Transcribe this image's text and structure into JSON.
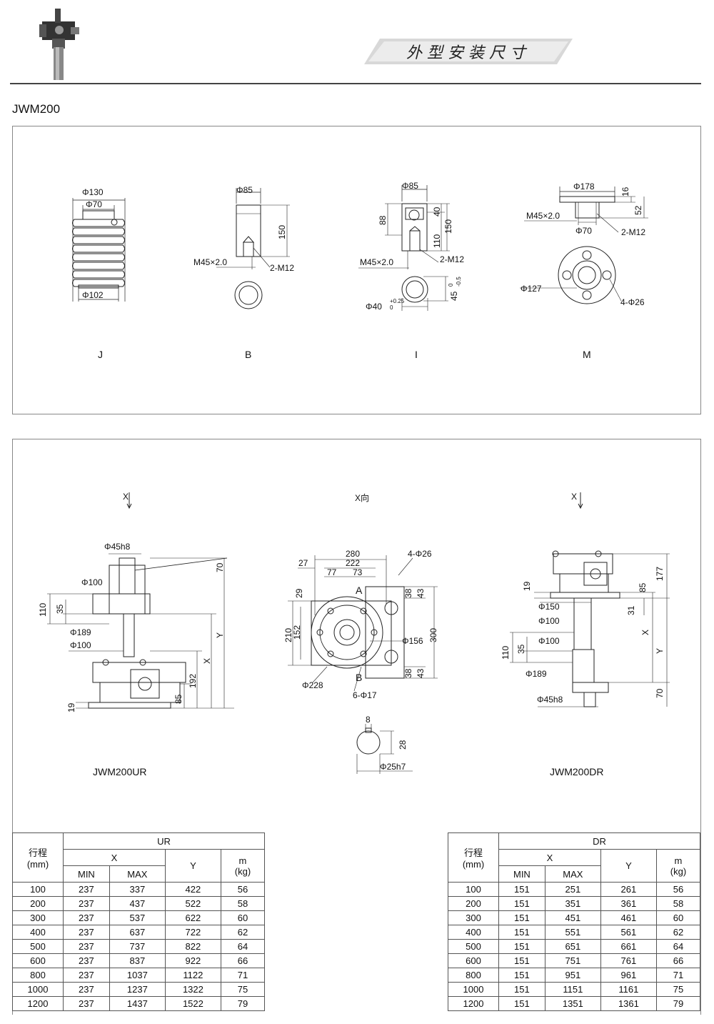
{
  "header": {
    "banner_title": "外型安装尺寸",
    "model": "JWM200"
  },
  "end_fittings": {
    "J": {
      "label": "J",
      "dia_130": "Φ130",
      "dia_70": "Φ70",
      "dia_102": "Φ102"
    },
    "B": {
      "label": "B",
      "dia_85": "Φ85",
      "h_150": "150",
      "thread": "M45×2.0",
      "bolt": "2-M12"
    },
    "I": {
      "label": "I",
      "dia_85": "Φ85",
      "h_88": "88",
      "h_40": "40",
      "h_110": "110",
      "h_150": "150",
      "thread": "M45×2.0",
      "bolt": "2-M12",
      "dia_40": "Φ40",
      "dia_40_tol": "+0.25",
      "dia_40_tol2": "0",
      "slot_45": "45",
      "slot_tol": "0",
      "slot_tol2": "-0.5"
    },
    "M": {
      "label": "M",
      "dia_178": "Φ178",
      "h_16": "16",
      "h_52": "52",
      "thread": "M45×2.0",
      "dia_70": "Φ70",
      "bolt": "2-M12",
      "dia_127": "Φ127",
      "holes": "4-Φ26"
    }
  },
  "jack_views": {
    "ur": {
      "label": "JWM200UR",
      "arrow": "X",
      "d45": "Φ45h8",
      "d100a": "Φ100",
      "d189": "Φ189",
      "d100b": "Φ100",
      "h70": "70",
      "h110": "110",
      "h35": "35",
      "hY": "Y",
      "hX": "X",
      "h192": "192",
      "h85": "85",
      "h19": "19"
    },
    "x_view": {
      "label": "X向",
      "w280": "280",
      "w222": "222",
      "w27": "27",
      "w77": "77",
      "w73": "73",
      "holes_4": "4-Φ26",
      "h29": "29",
      "h210": "210",
      "h152": "152",
      "h300": "300",
      "h38a": "38",
      "h43a": "43",
      "h38b": "38",
      "h43b": "43",
      "d156": "Φ156",
      "d228": "Φ228",
      "holes_6": "6-Φ17",
      "A": "A",
      "B": "B",
      "key8": "8",
      "key28": "28",
      "shaft": "Φ25h7"
    },
    "dr": {
      "label": "JWM200DR",
      "arrow": "X",
      "d150": "Φ150",
      "d100a": "Φ100",
      "d100b": "Φ100",
      "d189": "Φ189",
      "d45": "Φ45h8",
      "h19": "19",
      "h85": "85",
      "h177": "177",
      "h31": "31",
      "hX": "X",
      "hY": "Y",
      "h110": "110",
      "h35": "35",
      "h70": "70"
    }
  },
  "table_ur": {
    "stroke_label": "行程",
    "stroke_unit": "(mm)",
    "group": "UR",
    "x_label": "X",
    "min": "MIN",
    "max": "MAX",
    "y_label": "Y",
    "m_label": "m",
    "m_unit": "(kg)",
    "rows": [
      [
        "100",
        "237",
        "337",
        "422",
        "56"
      ],
      [
        "200",
        "237",
        "437",
        "522",
        "58"
      ],
      [
        "300",
        "237",
        "537",
        "622",
        "60"
      ],
      [
        "400",
        "237",
        "637",
        "722",
        "62"
      ],
      [
        "500",
        "237",
        "737",
        "822",
        "64"
      ],
      [
        "600",
        "237",
        "837",
        "922",
        "66"
      ],
      [
        "800",
        "237",
        "1037",
        "1122",
        "71"
      ],
      [
        "1000",
        "237",
        "1237",
        "1322",
        "75"
      ],
      [
        "1200",
        "237",
        "1437",
        "1522",
        "79"
      ]
    ]
  },
  "table_dr": {
    "stroke_label": "行程",
    "stroke_unit": "(mm)",
    "group": "DR",
    "x_label": "X",
    "min": "MIN",
    "max": "MAX",
    "y_label": "Y",
    "m_label": "m",
    "m_unit": "(kg)",
    "rows": [
      [
        "100",
        "151",
        "251",
        "261",
        "56"
      ],
      [
        "200",
        "151",
        "351",
        "361",
        "58"
      ],
      [
        "300",
        "151",
        "451",
        "461",
        "60"
      ],
      [
        "400",
        "151",
        "551",
        "561",
        "62"
      ],
      [
        "500",
        "151",
        "651",
        "661",
        "64"
      ],
      [
        "600",
        "151",
        "751",
        "761",
        "66"
      ],
      [
        "800",
        "151",
        "951",
        "961",
        "71"
      ],
      [
        "1000",
        "151",
        "1151",
        "1161",
        "75"
      ],
      [
        "1200",
        "151",
        "1351",
        "1361",
        "79"
      ]
    ]
  }
}
